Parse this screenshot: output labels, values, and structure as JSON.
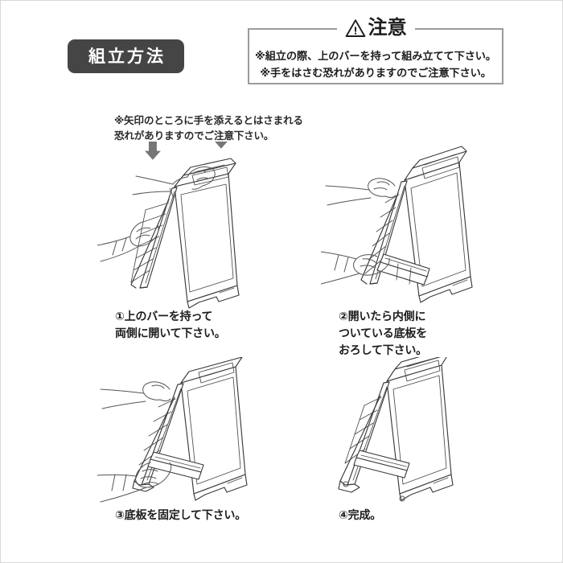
{
  "header": {
    "badge_label": "組立方法",
    "caution": {
      "icon": "warning-triangle-icon",
      "heading": "注意",
      "lines": [
        "※組立の際、上のバーを持って組み立てて下さい。",
        "※手をはさむ恐れがありますのでご注意下さい。"
      ]
    }
  },
  "arrow_note": {
    "lines": [
      "※矢印のところに手を添えるとはさまれる",
      "恐れがありますのでご注意下さい。"
    ]
  },
  "steps": [
    {
      "id": "step1",
      "illustration": "hands-opening-a-frame-sign",
      "arrows": 2,
      "caption_lines": [
        "①上のバーを持って",
        "両側に開いて下さい。"
      ]
    },
    {
      "id": "step2",
      "illustration": "hands-lowering-bottom-plate",
      "arrows": 0,
      "caption_lines": [
        "②開いたら内側に",
        "ついている底板を",
        "おろして下さい。"
      ]
    },
    {
      "id": "step3",
      "illustration": "hand-fixing-bottom-plate",
      "arrows": 0,
      "caption_lines": [
        "③底板を固定して下さい。"
      ]
    },
    {
      "id": "step4",
      "illustration": "completed-a-frame-sign",
      "arrows": 0,
      "caption_lines": [
        "④完成。"
      ]
    }
  ],
  "colors": {
    "badge_background": "#454545",
    "badge_text": "#ffffff",
    "caution_border": "#9b9b9b",
    "arrow": "#767676",
    "line_art": "#3b3b3b",
    "page_background": "#ffffff"
  }
}
